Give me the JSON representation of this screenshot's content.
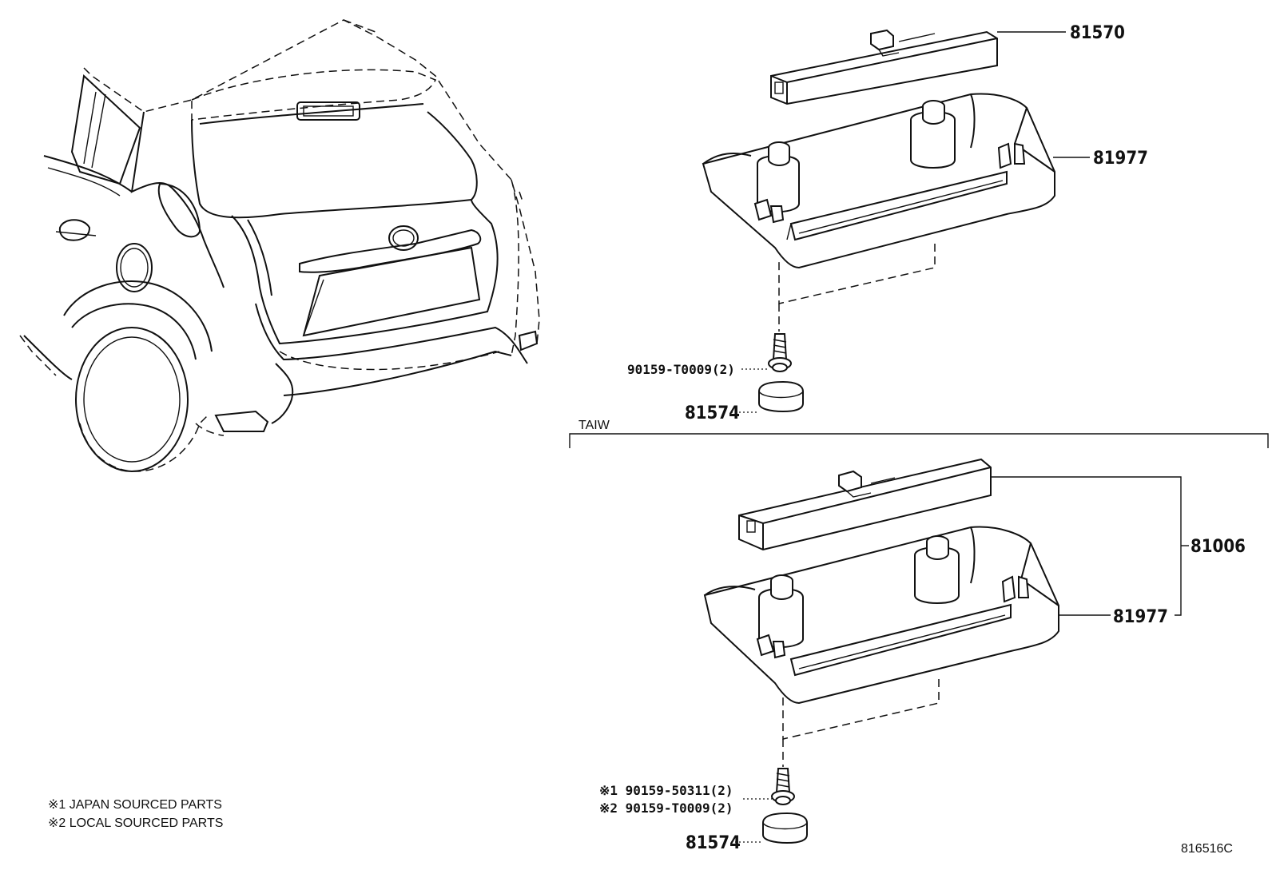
{
  "labels": {
    "p81570": "81570",
    "p81977_top": "81977",
    "screw_top": "90159-T0009(2)",
    "p81574_top": "81574",
    "section": "TAIW",
    "p81006": "81006",
    "p81977_bottom": "81977",
    "screw_bottom_1": "※1 90159-50311(2)",
    "screw_bottom_2": "※2 90159-T0009(2)",
    "p81574_bottom": "81574",
    "diagram_code": "816516C"
  },
  "notes": [
    "※1 JAPAN SOURCED PARTS",
    "※2 LOCAL SOURCED PARTS"
  ]
}
